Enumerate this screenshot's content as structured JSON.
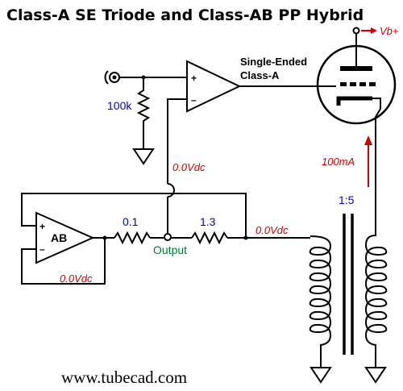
{
  "title": "Class-A SE Triode and Class-AB PP Hybrid",
  "website": "www.tubecad.com",
  "labels": {
    "vb_plus": "Vb+",
    "single_ended_line1": "Single-Ended",
    "single_ended_line2": "Class-A",
    "resistor_100k": "100k",
    "vdc_upper": "0.0Vdc",
    "current_100ma": "100mA",
    "ratio": "1:5",
    "opamp_ab": "AB",
    "resistor_0_1": "0.1",
    "resistor_1_3": "1.3",
    "output": "Output",
    "vdc_right": "0.0Vdc",
    "vdc_lower_left": "0.0Vdc",
    "plus": "+",
    "minus": "–"
  },
  "colors": {
    "blue": "#0000cc",
    "red": "#cc0000",
    "green": "#007733",
    "black": "#000000"
  }
}
